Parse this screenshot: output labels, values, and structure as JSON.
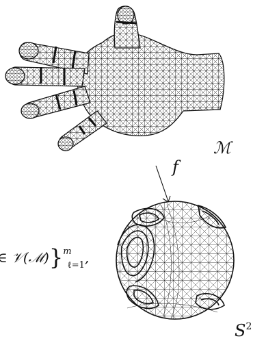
{
  "figure": {
    "manifold_label": "ℳ",
    "map_label": "f",
    "sphere_label_base": "S",
    "sphere_label_exp": "2",
    "set_expression_prefix": "∈ 𝒱(ℳ)",
    "set_expression_sup": "m",
    "set_expression_sub": "ℓ=1",
    "set_expression_suffix": ","
  },
  "colors": {
    "stroke": "#111111",
    "background": "#ffffff"
  }
}
